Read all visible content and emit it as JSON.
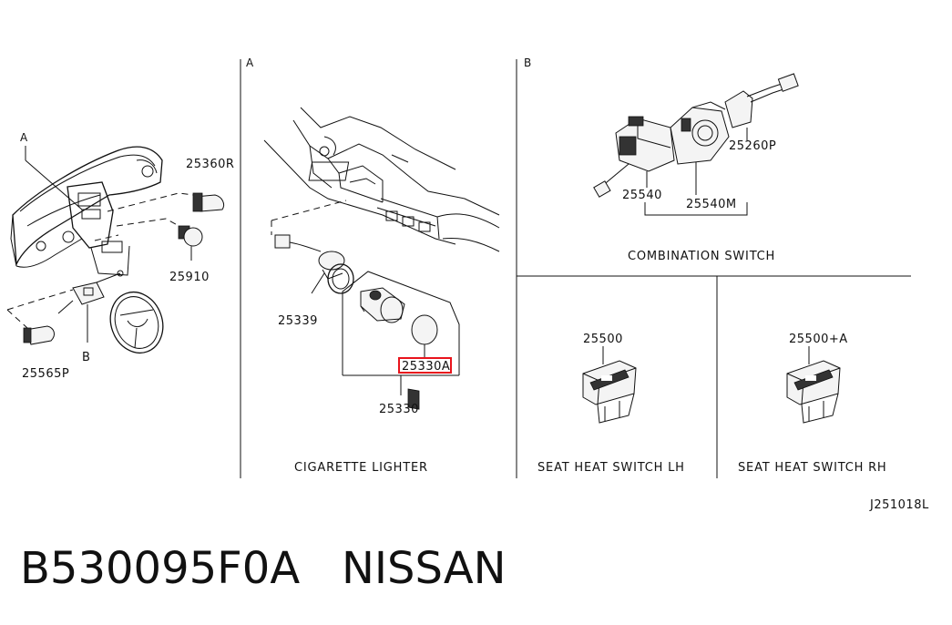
{
  "sections": {
    "a_marker": "A",
    "b_marker": "B",
    "overview_a": "A",
    "overview_b": "B"
  },
  "parts": {
    "p25360R": "25360R",
    "p25910": "25910",
    "p25565P": "25565P",
    "p25339": "25339",
    "p25330A": "25330A",
    "p25330": "25330",
    "p25540": "25540",
    "p25540M": "25540M",
    "p25260P": "25260P",
    "p25500": "25500",
    "p25500A": "25500+A"
  },
  "captions": {
    "cigarette_lighter": "CIGARETTE LIGHTER",
    "combination_switch": "COMBINATION SWITCH",
    "seat_heat_lh": "SEAT HEAT SWITCH LH",
    "seat_heat_rh": "SEAT HEAT SWITCH RH"
  },
  "diagram_code": "J251018L",
  "footer": {
    "part_number": "B530095F0A",
    "brand": "NISSAN"
  },
  "colors": {
    "highlight": "#e8141c"
  }
}
